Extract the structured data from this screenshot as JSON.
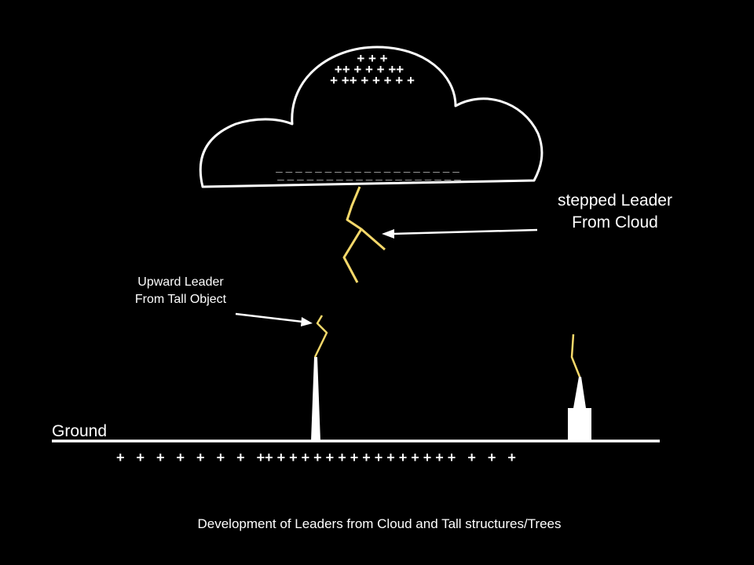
{
  "diagram": {
    "cloud": {
      "positive_rows": [
        "+ + +",
        "++ + + + ++",
        "+ ++ + + + + +"
      ],
      "negative_rows": [
        "_ _ _ _ _ _ _ _ _ _ _ _ _ _ _ _ _ _ _",
        "_ _ _ _ _ _ _ _ _ _ _ _ _ _ _ _ _ _ _"
      ]
    },
    "labels": {
      "stepped_leader_line1": "stepped Leader",
      "stepped_leader_line2": "From Cloud",
      "upward_leader_line1": "Upward Leader",
      "upward_leader_line2": "From Tall Object",
      "ground": "Ground"
    },
    "ground_charges": "+   +   +   +   +   +   +   ++ + + + + + + + + + + + + + + +   +   +   +",
    "caption": "Development of Leaders from Cloud and Tall structures/Trees",
    "colors": {
      "background": "#000000",
      "lines": "#ffffff",
      "leader": "#f5d86a"
    }
  }
}
